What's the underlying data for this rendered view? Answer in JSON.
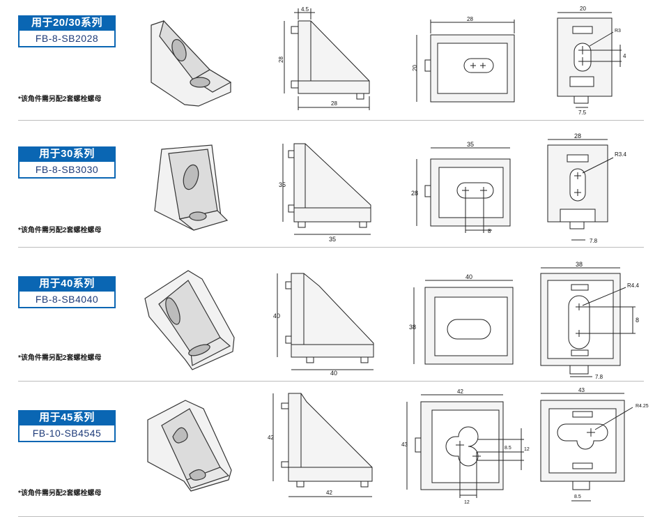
{
  "rows": [
    {
      "series": "用于20/30系列",
      "code": "FB-8-SB2028",
      "note": "*该角件需另配2套螺栓螺母",
      "side": {
        "top": "4.5",
        "height": "28",
        "width": "28"
      },
      "front": {
        "width": "28",
        "height": "20"
      },
      "end": {
        "width": "20",
        "radius": "R3",
        "slot": "4",
        "base": "7.5"
      }
    },
    {
      "series": "用于30系列",
      "code": "FB-8-SB3030",
      "note": "*该角件需另配2套螺栓螺母",
      "side": {
        "height": "35",
        "width": "35"
      },
      "front": {
        "width": "35",
        "height": "28",
        "slot": "8"
      },
      "end": {
        "width": "28",
        "radius": "R3.4",
        "base": "7.8"
      }
    },
    {
      "series": "用于40系列",
      "code": "FB-8-SB4040",
      "note": "*该角件需另配2套螺栓螺母",
      "side": {
        "height": "40",
        "width": "40"
      },
      "front": {
        "width": "40",
        "height": "38"
      },
      "end": {
        "width": "38",
        "radius": "R4.4",
        "slot": "8",
        "base": "7.8"
      }
    },
    {
      "series": "用于45系列",
      "code": "FB-10-SB4545",
      "note": "*该角件需另配2套螺栓螺母",
      "side": {
        "height": "42",
        "width": "42"
      },
      "front": {
        "width": "42",
        "height": "43",
        "d1": "8.5",
        "d2": "12",
        "bottom": "12"
      },
      "end": {
        "width": "43",
        "radius": "R4.25",
        "base": "8.5"
      }
    }
  ]
}
